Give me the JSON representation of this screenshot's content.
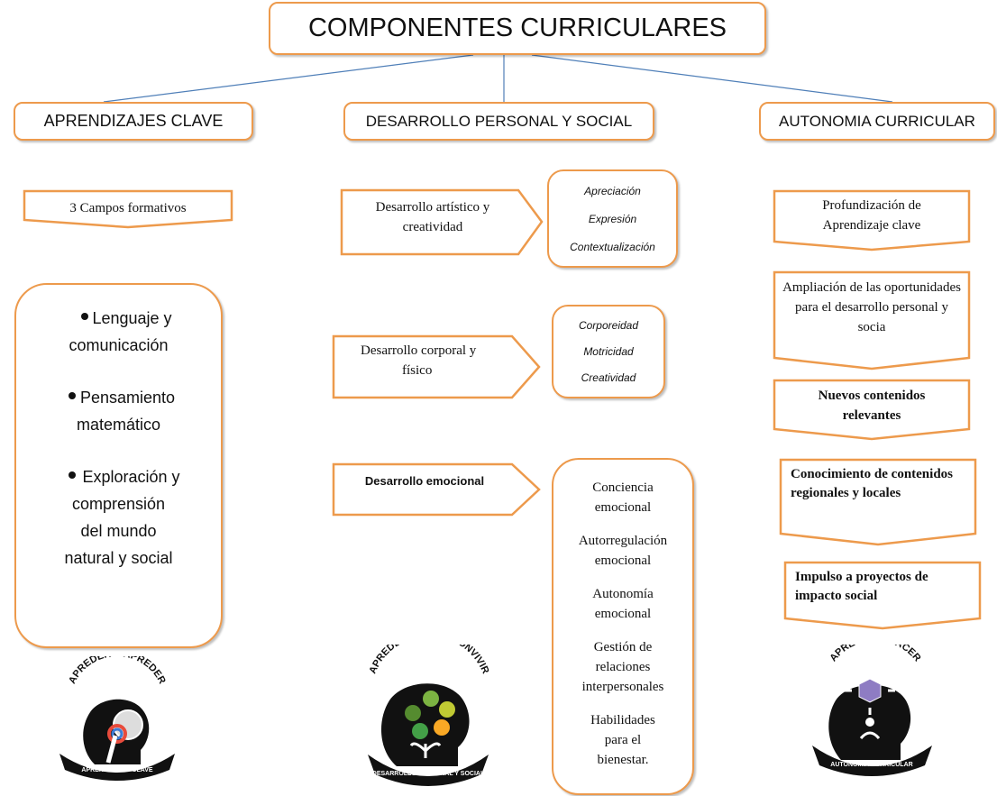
{
  "title": "COMPONENTES CURRICULARES",
  "columns": {
    "left": "APRENDIZAJES CLAVE",
    "middle": "DESARROLLO PERSONAL Y SOCIAL",
    "right": "AUTONOMIA CURRICULAR"
  },
  "left": {
    "campos": "3 Campos formativos",
    "items": [
      [
        "Lenguaje y",
        "comunicación"
      ],
      [
        "Pensamiento",
        "matemático"
      ],
      [
        "Exploración y",
        "comprensión",
        "del mundo",
        "natural y social"
      ]
    ]
  },
  "middle": {
    "areas": [
      {
        "label": [
          "Desarrollo artístico y",
          "creatividad"
        ],
        "subs": [
          "Apreciación",
          "Expresión",
          "Contextualización"
        ]
      },
      {
        "label": [
          "Desarrollo corporal y",
          "físico"
        ],
        "subs": [
          "Corporeidad",
          "Motricidad",
          "Creatividad"
        ]
      },
      {
        "label": [
          "Desarrollo emocional"
        ],
        "subs": [
          "Conciencia emocional",
          "Autorregulación emocional",
          "Autonomía emocional",
          "Gestión de relaciones interpersonales",
          "Habilidades para el bienestar."
        ]
      }
    ]
  },
  "right": {
    "items": [
      "Profundización de Aprendizaje clave",
      "Ampliación de las oportunidades para el desarrollo personal y socia",
      "Nuevos contenidos relevantes",
      "Conocimiento de contenidos regionales y locales",
      "Impulso a proyectos de impacto social"
    ]
  },
  "logos": {
    "left": {
      "top": "APREDER A APREDER",
      "bottom": "APRENDIZAJES CLAVE"
    },
    "middle": {
      "top": "APREDER A SER Y CONVIVIR",
      "bottom": "DESARROLLO PERSONAL Y SOCIAL"
    },
    "right": {
      "top": "APREDER A HACER",
      "bottom": "AUTONOMÍA CURRICULAR"
    }
  },
  "colors": {
    "accent": "#ed9a4c",
    "connector": "#4f7fb8"
  }
}
